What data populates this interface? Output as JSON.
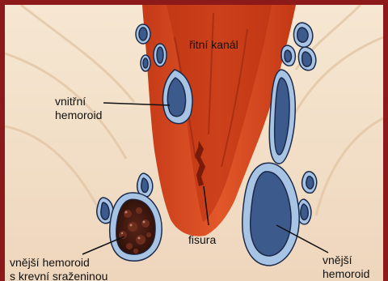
{
  "labels": {
    "anal_canal": "řitní kanál",
    "internal_hemorrhoid": [
      "vnitřní",
      "hemoroid"
    ],
    "fissure": "fisura",
    "external_hemorrhoid_clot": [
      "vnější hemoroid",
      "s krevní sraženinou"
    ],
    "external_hemorrhoid": [
      "vnější",
      "hemoroid"
    ]
  },
  "colors": {
    "border": "#8c1a1a",
    "skin": "#f4e4cf",
    "canal": "#d84a1f",
    "vessel_fill": "#3d5a8c",
    "vessel_ring": "#a8c4e4",
    "vessel_outline": "#1b2a4a",
    "clot": "#3a1810"
  }
}
